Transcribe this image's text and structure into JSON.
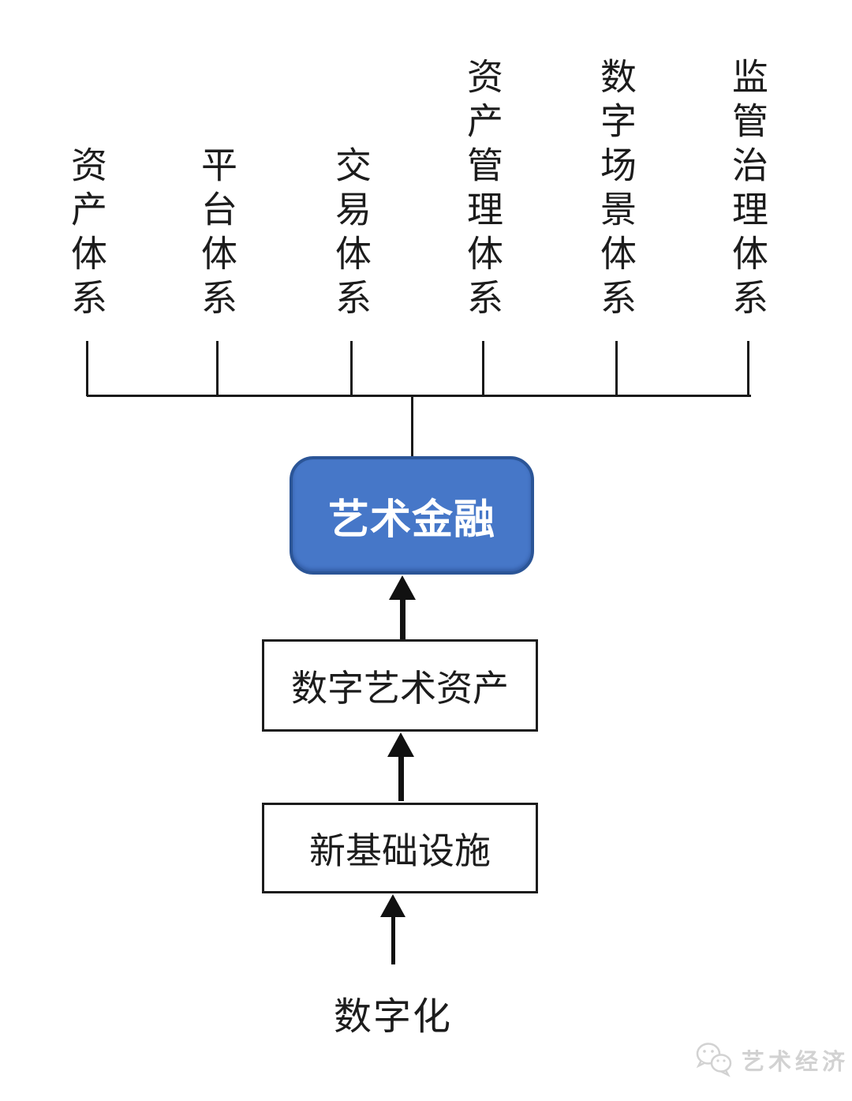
{
  "systems": [
    {
      "label": "资产体系"
    },
    {
      "label": "平台体系"
    },
    {
      "label": "交易体系"
    },
    {
      "label": "资产管理体系"
    },
    {
      "label": "数字场景体系"
    },
    {
      "label": "监管治理体系"
    }
  ],
  "center_box": {
    "label": "艺术金融"
  },
  "flow_boxes": [
    {
      "label": "数字艺术资产"
    },
    {
      "label": "新基础设施"
    }
  ],
  "bottom_label": "数字化",
  "watermark": {
    "label": "艺术经济",
    "icon": "wechat-bubbles-icon"
  },
  "colors": {
    "center_box_fill": "#4677C8",
    "center_box_border": "#2B5597",
    "center_box_text": "#FFFFFF",
    "line_and_text": "#1A1A1A",
    "watermark": "#D2D2D2",
    "background": "#FFFFFF"
  }
}
